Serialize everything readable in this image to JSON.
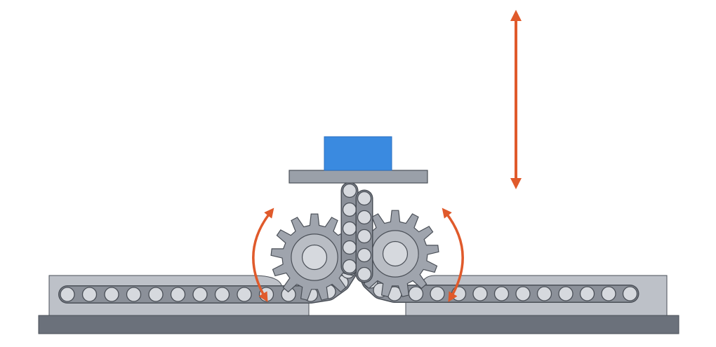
{
  "diagram": {
    "kind": "zip-chain lift mechanism",
    "labels": [],
    "colors": {
      "background": "#ffffff",
      "base_plate": "#6b717b",
      "rail_housing": "#bdc1c8",
      "chain_body": "#8b9099",
      "chain_roller_fill": "#d6d9de",
      "chain_outline": "#4a4f57",
      "gear_fill": "#9fa4ad",
      "gear_hub": "#b9bdc4",
      "platform": "#9aa0a9",
      "payload": "#3a8ae0",
      "motion_arrow": "#e05a2b"
    },
    "components": {
      "base_plate": "base-plate",
      "left_rail": "left-chain-rail",
      "right_rail": "right-chain-rail",
      "left_gear": "left-drive-sprocket",
      "right_gear": "right-drive-sprocket",
      "column": "zipped-chain-column",
      "platform": "lift-platform",
      "payload": "payload-block"
    },
    "motions": [
      {
        "name": "left-gear-rotation",
        "type": "curved-double-arrow",
        "icon": "curved-double-arrow-icon"
      },
      {
        "name": "right-gear-rotation",
        "type": "curved-double-arrow",
        "icon": "curved-double-arrow-icon"
      },
      {
        "name": "vertical-lift",
        "type": "straight-double-arrow",
        "icon": "vertical-double-arrow-icon"
      }
    ]
  }
}
